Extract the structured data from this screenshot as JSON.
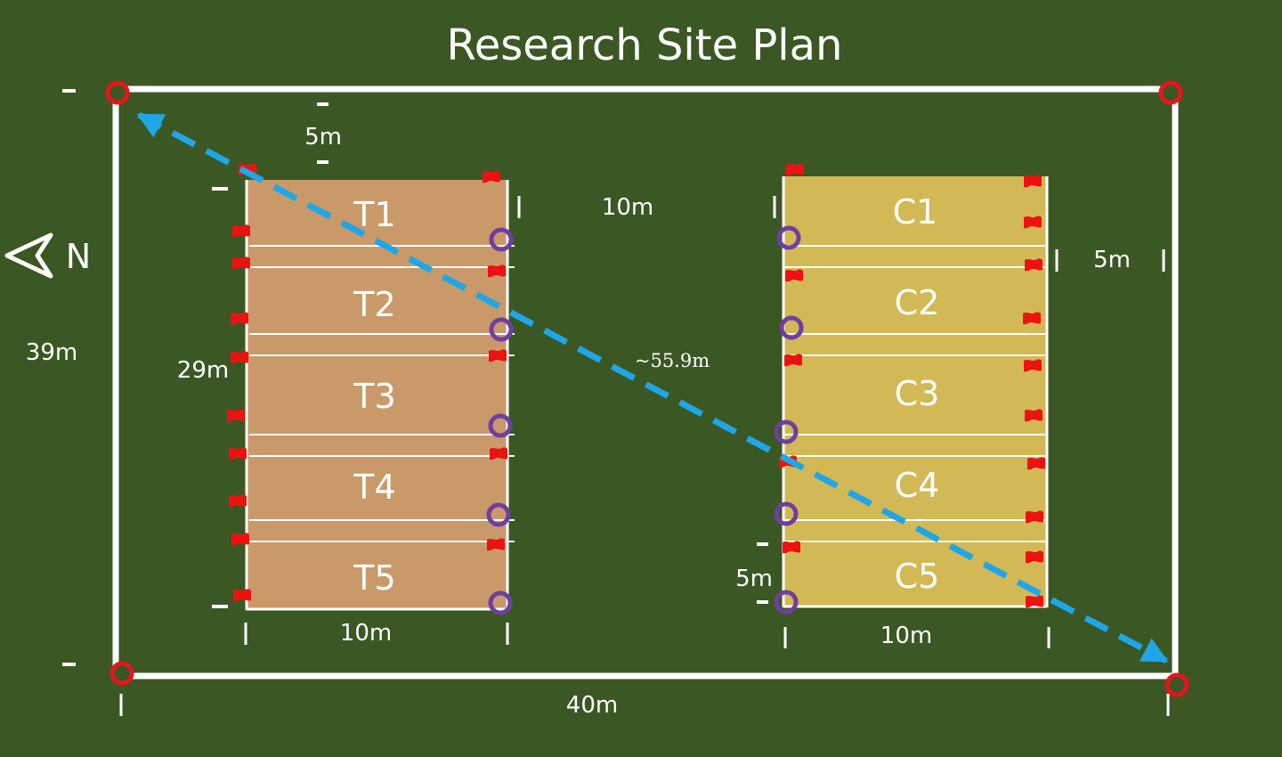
{
  "title": "Research Site Plan",
  "compass": {
    "label": "N",
    "icon": "north-arrow-icon"
  },
  "site": {
    "width_label": "40m",
    "height_label": "39m"
  },
  "diagonal": {
    "label": "~55.9m",
    "icon": "double-arrow-icon"
  },
  "treatment_block": {
    "plots": [
      "T1",
      "T2",
      "T3",
      "T4",
      "T5"
    ],
    "width_label": "10m",
    "height_label": "29m",
    "edge_gap_label": "5m"
  },
  "control_block": {
    "plots": [
      "C1",
      "C2",
      "C3",
      "C4",
      "C5"
    ],
    "width_label": "10m",
    "edge_gap_label": "5m",
    "bottom_gap_label": "5m"
  },
  "gap_between_blocks_label": "10m",
  "colors": {
    "background": "#3b5724",
    "treatment_plot": "#c9996a",
    "control_plot": "#d2b956",
    "boundary": "#ffffff",
    "corner_marker": "#e8141c",
    "flag": "#ee1111",
    "sample_marker": "#6f3fa0",
    "diagonal_arrow": "#1ea7e8"
  }
}
